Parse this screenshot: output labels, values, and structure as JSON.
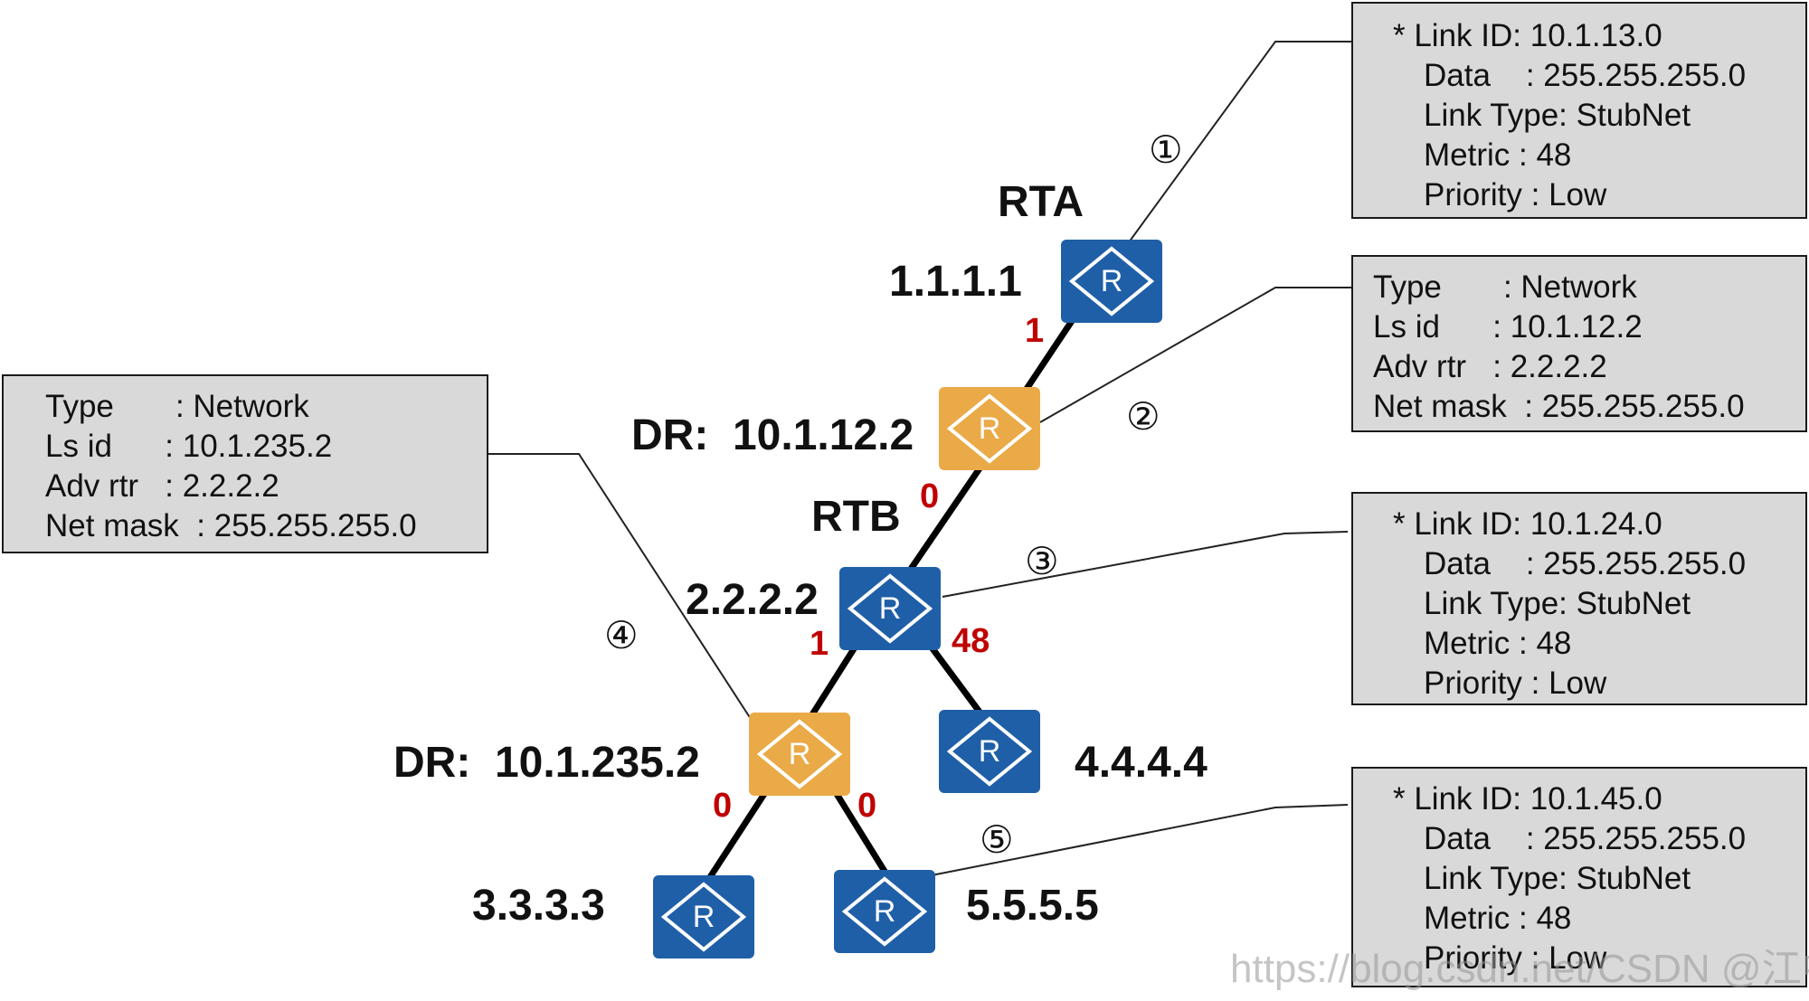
{
  "colors": {
    "router_blue": "#1f5fa8",
    "dr_orange": "#eaaa48",
    "cost_red": "#c00000",
    "box_fill": "#d9d9d9"
  },
  "routers": {
    "rta": {
      "name": "RTA",
      "id": "1.1.1.1"
    },
    "dr1": {
      "label": "DR:  10.1.12.2"
    },
    "rtb": {
      "name": "RTB",
      "id": "2.2.2.2"
    },
    "dr2": {
      "label": "DR:  10.1.235.2"
    },
    "r4": {
      "id": "4.4.4.4"
    },
    "r3": {
      "id": "3.3.3.3"
    },
    "r5": {
      "id": "5.5.5.5"
    },
    "icon_letter": "R"
  },
  "costs": {
    "rta_dr1": "1",
    "dr1_rtb": "0",
    "rtb_dr2": "1",
    "rtb_r4": "48",
    "dr2_r3": "0",
    "dr2_r5": "0"
  },
  "markers": [
    "①",
    "②",
    "③",
    "④",
    "⑤"
  ],
  "boxes": {
    "box1": [
      "* Link ID: 10.1.13.0",
      "Data    : 255.255.255.0",
      "Link Type: StubNet",
      "Metric : 48",
      "Priority : Low"
    ],
    "box2": [
      "Type       : Network",
      "Ls id      : 10.1.12.2",
      "Adv rtr   : 2.2.2.2",
      "Net mask  : 255.255.255.0"
    ],
    "box3": [
      "* Link ID: 10.1.24.0",
      "Data    : 255.255.255.0",
      "Link Type: StubNet",
      "Metric : 48",
      "Priority : Low"
    ],
    "box4": [
      "Type       : Network",
      "Ls id      : 10.1.235.2",
      "Adv rtr   : 2.2.2.2",
      "Net mask  : 255.255.255.0"
    ],
    "box5": [
      "* Link ID: 10.1.45.0",
      "Data    : 255.255.255.0",
      "Link Type: StubNet",
      "Metric : 48",
      "Priority : Low"
    ]
  },
  "watermark": "https://blog.csdn.net/CSDN @江中散人_"
}
